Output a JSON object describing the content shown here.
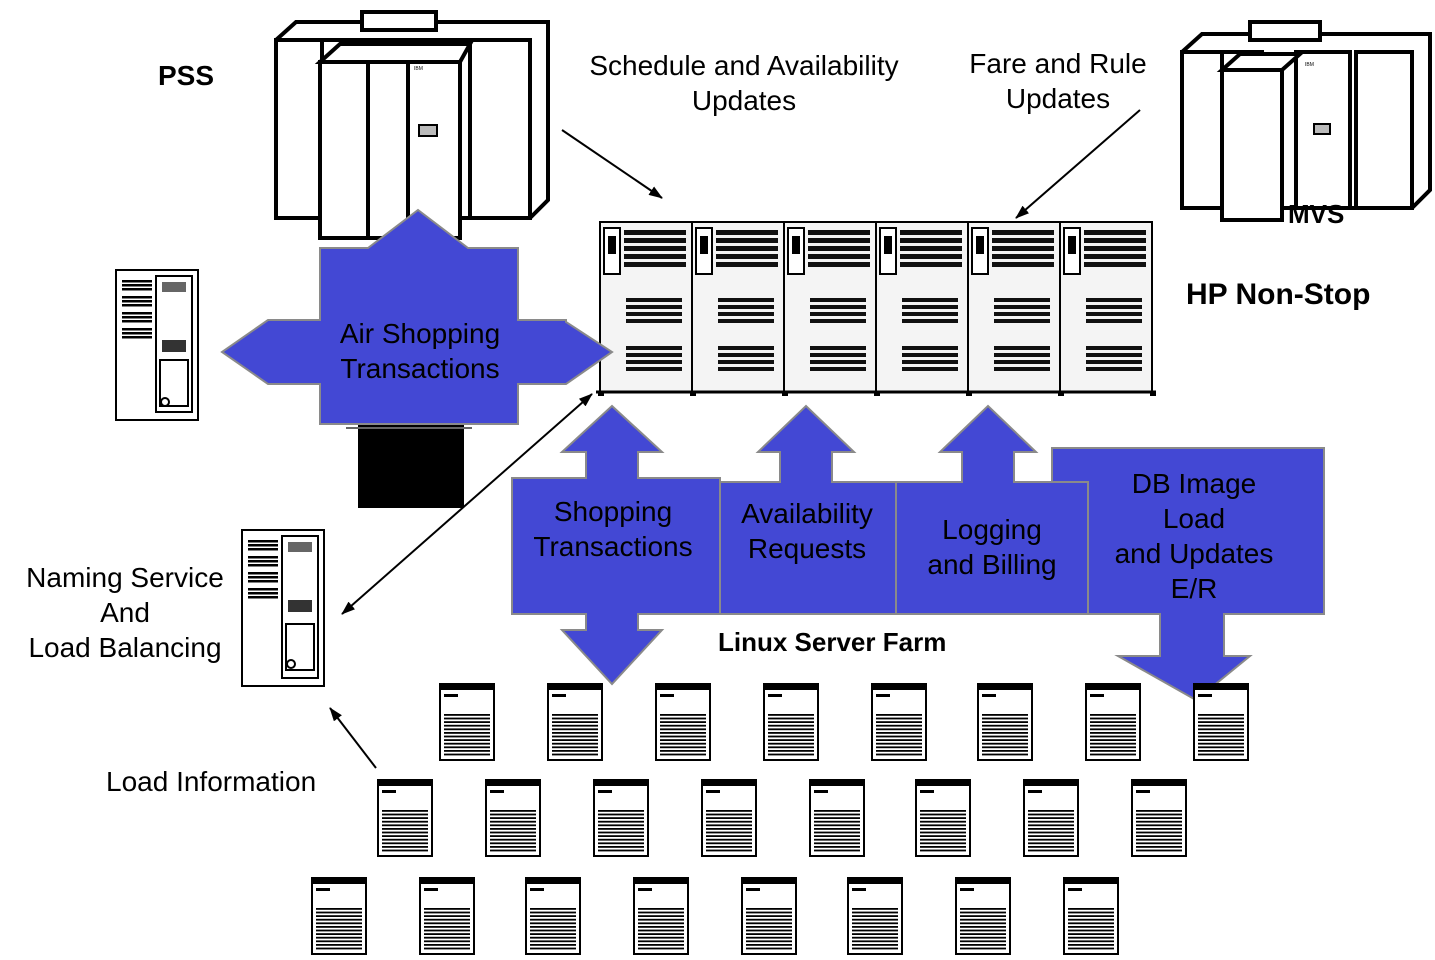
{
  "labels": {
    "pss": "PSS",
    "schedule_updates": "Schedule and Availability\nUpdates",
    "fare_updates": "Fare and Rule\nUpdates",
    "mvs": "MVS",
    "hp_nonstop": "HP Non-Stop",
    "air_shopping": "Air Shopping\nTransactions",
    "shopping_tx": "Shopping\nTransactions",
    "availability_req": "Availability\nRequests",
    "logging_billing": "Logging\nand Billing",
    "db_image": "DB Image\nLoad\nand Updates\nE/R",
    "naming_service": "Naming Service\nAnd\nLoad Balancing",
    "linux_farm": "Linux Server Farm",
    "load_info": "Load Information",
    "ibm_badge": "IBM"
  },
  "colors": {
    "arrow_fill": "#4348d4",
    "arrow_stroke": "#8a8a8a",
    "cabinet_face": "#f2f2f2",
    "outline": "#000000"
  }
}
